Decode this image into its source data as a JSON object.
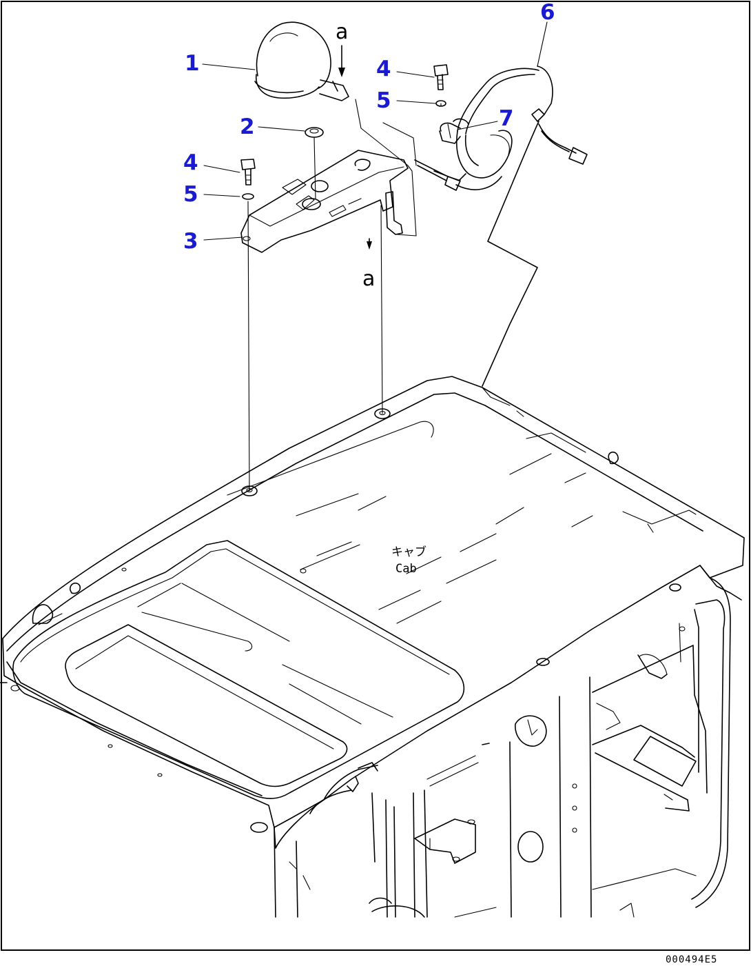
{
  "diagram": {
    "callouts": [
      {
        "id": "1",
        "label": "1"
      },
      {
        "id": "2",
        "label": "2"
      },
      {
        "id": "3",
        "label": "3"
      },
      {
        "id": "4a",
        "label": "4"
      },
      {
        "id": "4b",
        "label": "4"
      },
      {
        "id": "5a",
        "label": "5"
      },
      {
        "id": "5b",
        "label": "5"
      },
      {
        "id": "6",
        "label": "6"
      },
      {
        "id": "7",
        "label": "7"
      }
    ],
    "view_ref_top": "a",
    "view_ref_bottom": "a",
    "cab_label_jp": "キャブ",
    "cab_label_en": "Cab",
    "drawing_code": "000494E5",
    "colors": {
      "callout": "#1a1ad0",
      "line": "#000000",
      "background": "#ffffff"
    }
  }
}
